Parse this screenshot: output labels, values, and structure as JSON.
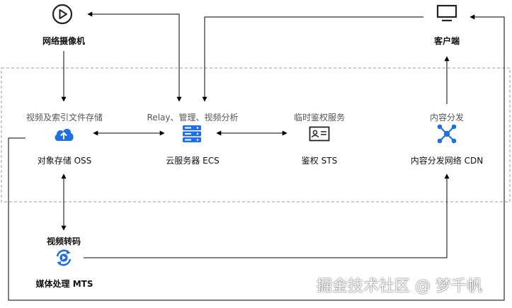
{
  "nodes": {
    "camera": {
      "label": "网络摄像机",
      "icon": "play-circle-icon"
    },
    "client": {
      "label": "客户端",
      "icon": "monitor-icon"
    },
    "oss": {
      "caption": "视频及索引文件存储",
      "label": "对象存储 OSS",
      "icon": "cloud-upload-icon"
    },
    "ecs": {
      "caption": "Relay、管理、视频分析",
      "label": "云服务器 ECS",
      "icon": "server-stack-icon"
    },
    "sts": {
      "caption": "临时鉴权服务",
      "label": "鉴权 STS",
      "icon": "id-card-icon"
    },
    "cdn": {
      "caption": "内容分发",
      "label": "内容分发网络 CDN",
      "icon": "network-nodes-icon"
    },
    "mts": {
      "caption": "视频转码",
      "label": "媒体处理 MTS",
      "icon": "transcode-cycle-icon"
    }
  },
  "colors": {
    "accent": "#1f6fe5",
    "line": "#000000",
    "dashed_border": "#9a9a9a"
  },
  "watermark": "掘金技术社区 @ 梦千帆"
}
